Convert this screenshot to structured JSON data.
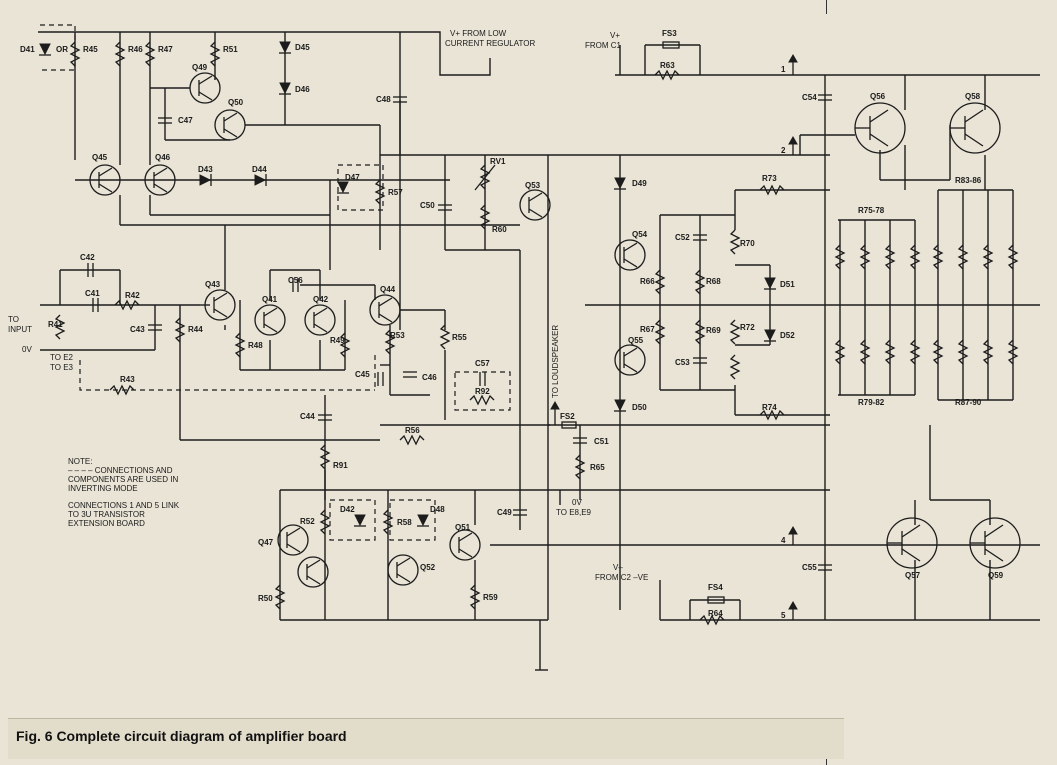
{
  "caption": "Fig. 6 Complete circuit diagram of amplifier board",
  "notes": {
    "note_title": "NOTE:",
    "note_line1": "– – – – CONNECTIONS AND",
    "note_line2": "COMPONENTS ARE USED IN",
    "note_line3": "INVERTING MODE",
    "link_line1": "CONNECTIONS 1 AND 5 LINK",
    "link_line2": "TO 3U TRANSISTOR",
    "link_line3": "EXTENSION BOARD"
  },
  "supply_labels": {
    "vplus_low_line1": "V+ FROM LOW",
    "vplus_low_line2": "CURRENT REGULATOR",
    "vplus_c1_line1": "V+",
    "vplus_c1_line2": "FROM C1",
    "vminus_line1": "V–",
    "vminus_line2": "FROM C2 –VE",
    "input_line1": "TO",
    "input_line2": "INPUT",
    "zero_v": "0V",
    "to_e2": "TO E2",
    "to_e3": "TO E3",
    "loudspeaker": "TO LOUDSPEAKER",
    "ov_e8_line1": "0V",
    "ov_e8_line2": "TO E8,E9",
    "or_text": "OR"
  },
  "connection_numbers": [
    "1",
    "2",
    "4",
    "5"
  ],
  "components": {
    "transistors": [
      "Q41",
      "Q42",
      "Q43",
      "Q44",
      "Q45",
      "Q46",
      "Q47",
      "Q49",
      "Q50",
      "Q51",
      "Q52",
      "Q53",
      "Q54",
      "Q55",
      "Q56",
      "Q57",
      "Q58",
      "Q59"
    ],
    "resistors": [
      "R41",
      "R42",
      "R43",
      "R44",
      "R45",
      "R46",
      "R47",
      "R48",
      "R49",
      "R50",
      "R51",
      "R52",
      "R53",
      "R55",
      "R56",
      "R57",
      "R58",
      "R59",
      "R60",
      "R63",
      "R64",
      "R65",
      "R66",
      "R67",
      "R68",
      "R69",
      "R70",
      "R72",
      "R73",
      "R74",
      "R75-78",
      "R79-82",
      "R83-86",
      "R87-90",
      "R91",
      "R92",
      "RV1"
    ],
    "capacitors": [
      "C41",
      "C42",
      "C43",
      "C44",
      "C45",
      "C46",
      "C47",
      "C48",
      "C49",
      "C50",
      "C51",
      "C52",
      "C53",
      "C55",
      "C56",
      "C57"
    ],
    "diodes": [
      "D41",
      "D42",
      "D43",
      "D44",
      "D45",
      "D46",
      "D47",
      "D48",
      "D49",
      "D50",
      "D51",
      "D52"
    ],
    "fuses": [
      "FS2",
      "FS3",
      "FS4"
    ]
  }
}
